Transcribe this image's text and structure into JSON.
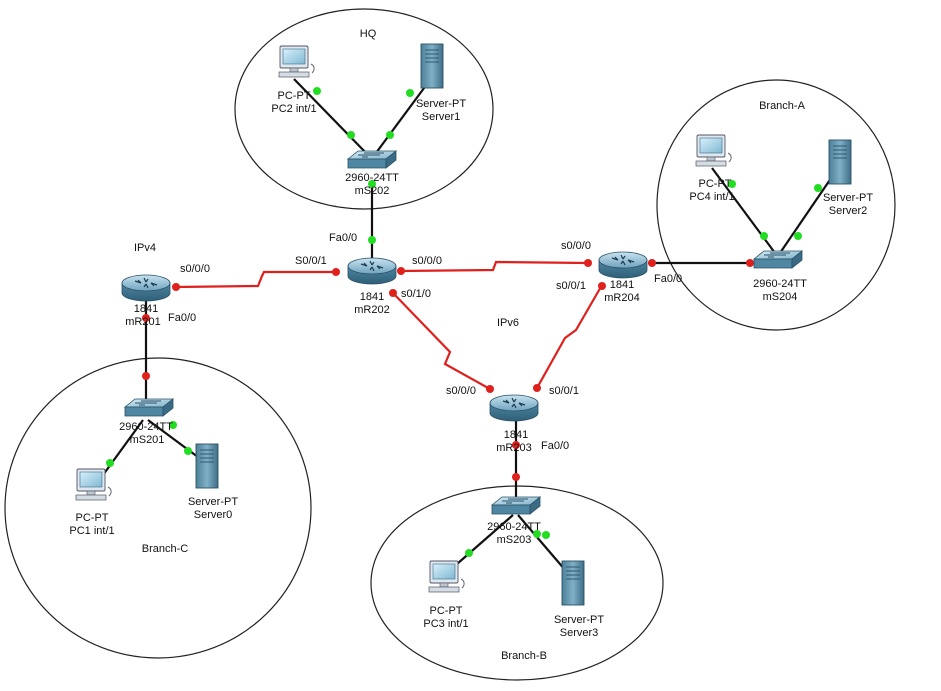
{
  "zones": {
    "hq": "HQ",
    "branch_a": "Branch-A",
    "branch_b": "Branch-B",
    "branch_c": "Branch-C"
  },
  "regions": {
    "ipv4": "IPv4",
    "ipv6": "IPv6"
  },
  "devices": {
    "mR201": {
      "model": "1841",
      "name": "mR201"
    },
    "mR202": {
      "model": "1841",
      "name": "mR202"
    },
    "mR203": {
      "model": "1841",
      "name": "mR203"
    },
    "mR204": {
      "model": "1841",
      "name": "mR204"
    },
    "mS201": {
      "model": "2960-24TT",
      "name": "mS201"
    },
    "mS202": {
      "model": "2960-24TT",
      "name": "mS202"
    },
    "mS203": {
      "model": "2960-24TT",
      "name": "mS203"
    },
    "mS204": {
      "model": "2960-24TT",
      "name": "mS204"
    },
    "pc1": {
      "model": "PC-PT",
      "name": "PC1 int/1"
    },
    "pc2": {
      "model": "PC-PT",
      "name": "PC2 int/1"
    },
    "pc3": {
      "model": "PC-PT",
      "name": "PC3 int/1"
    },
    "pc4": {
      "model": "PC-PT",
      "name": "PC4 int/1"
    },
    "server0": {
      "model": "Server-PT",
      "name": "Server0"
    },
    "server1": {
      "model": "Server-PT",
      "name": "Server1"
    },
    "server2": {
      "model": "Server-PT",
      "name": "Server2"
    },
    "server3": {
      "model": "Server-PT",
      "name": "Server3"
    }
  },
  "interfaces": {
    "r201_s000": "s0/0/0",
    "r201_fa00": "Fa0/0",
    "r202_s001": "S0/0/1",
    "r202_s000": "s0/0/0",
    "r202_s010": "s0/1/0",
    "r202_fa00": "Fa0/0",
    "r204_s000": "s0/0/0",
    "r204_s001": "s0/0/1",
    "r204_fa00": "Fa0/0",
    "r203_s000": "s0/0/0",
    "r203_s001": "s0/0/1",
    "r203_fa00": "Fa0/0"
  },
  "colors": {
    "serial_link": "#e0201c",
    "ethernet_link": "#111111",
    "link_up": "#22dd22",
    "link_down": "#e0201c",
    "router_body": "#4a7f9b",
    "switch_body": "#5f92ac"
  }
}
